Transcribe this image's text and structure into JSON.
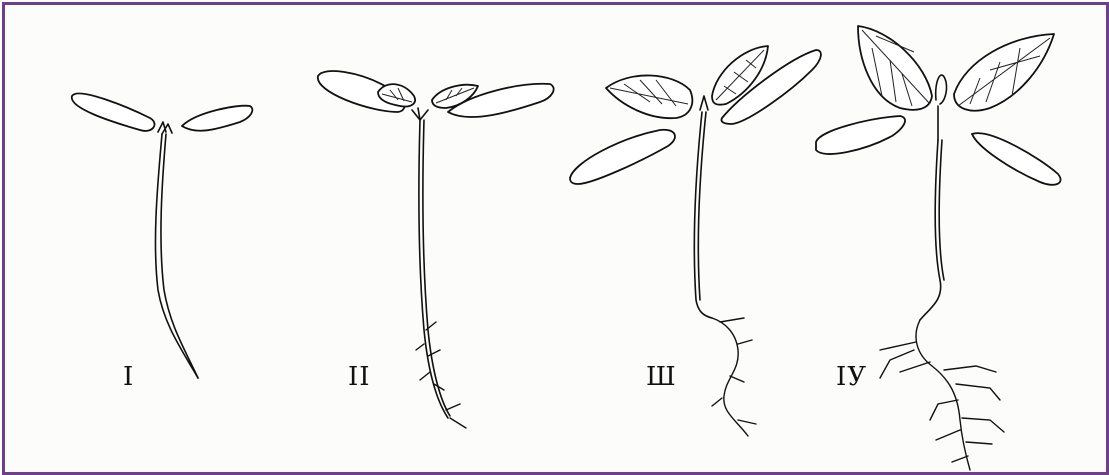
{
  "frame": {
    "border_color": "#6f3f8c"
  },
  "stages": [
    {
      "id": "stage-1",
      "label": "I"
    },
    {
      "id": "stage-2",
      "label": "II"
    },
    {
      "id": "stage-3",
      "label": "Ш"
    },
    {
      "id": "stage-4",
      "label": "IУ"
    }
  ]
}
